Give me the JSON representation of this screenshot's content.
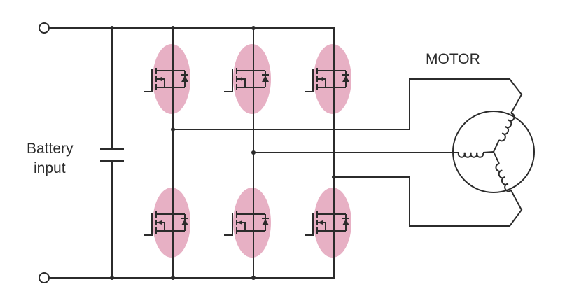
{
  "labels": {
    "battery_line1": "Battery",
    "battery_line2": "input",
    "motor": "MOTOR"
  },
  "colors": {
    "wire": "#2b2b2b",
    "transistor_highlight": "#e7b0c4",
    "background": "#ffffff"
  },
  "components": {
    "transistor_count": 6,
    "capacitor_count": 1,
    "motor_windings": 3,
    "input_terminals": 2
  }
}
